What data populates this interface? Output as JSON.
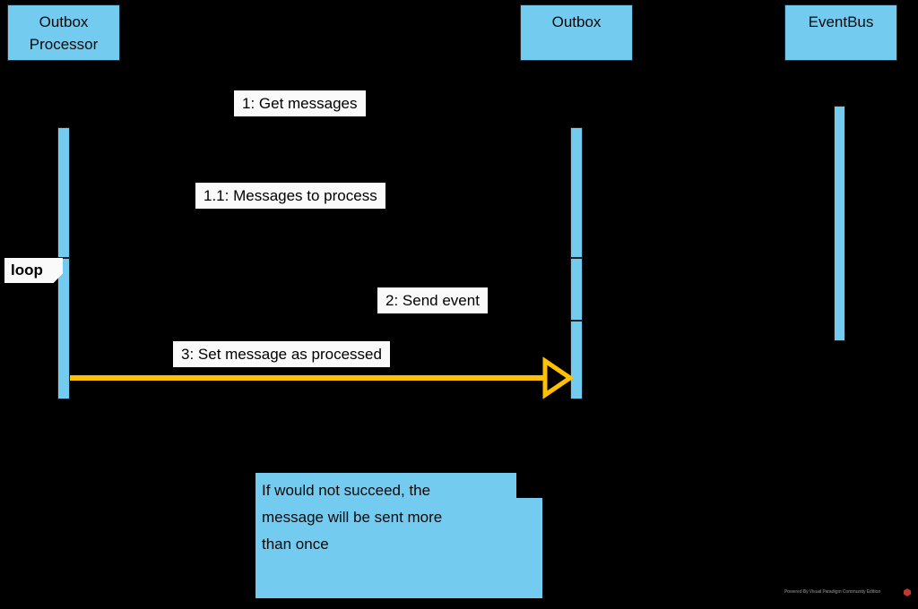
{
  "diagram": {
    "type": "uml-sequence-diagram",
    "background_color": "#000000",
    "participant_fill": "#74CBF0",
    "arrow_color": "#FFC000",
    "label_fill": "#FAFAFA"
  },
  "participants": [
    {
      "id": "outbox-processor",
      "name": "Outbox\nProcessor"
    },
    {
      "id": "outbox",
      "name": "Outbox"
    },
    {
      "id": "eventbus",
      "name": "EventBus"
    }
  ],
  "fragments": [
    {
      "id": "loop",
      "label": "loop"
    }
  ],
  "messages": [
    {
      "seq": "1",
      "label": "1: Get messages"
    },
    {
      "seq": "1.1",
      "label": "1.1: Messages to process"
    },
    {
      "seq": "2",
      "label": "2: Send event"
    },
    {
      "seq": "3",
      "label": "3: Set message as processed"
    }
  ],
  "notes": [
    {
      "id": "retry-note",
      "text": "If would not succeed, the\nmessage will be sent more\nthan once"
    }
  ],
  "watermark": {
    "text": "Powered By Visual Paradigm Community Edition"
  }
}
